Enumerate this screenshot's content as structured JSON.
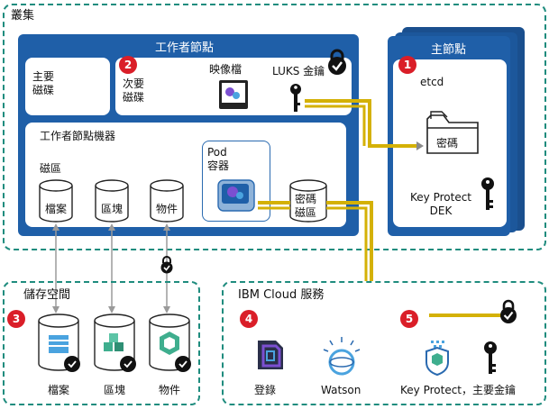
{
  "cluster": {
    "label": "叢集"
  },
  "worker_node": {
    "title": "工作者節點",
    "primary_disk": "主要\n磁碟",
    "secondary_disk": "次要\n磁碟",
    "image_file": "映像檔",
    "luks_key": "LUKS 金鑰",
    "machine": {
      "title": "工作者節點機器",
      "partition_label": "磁區",
      "cylinders": [
        "檔案",
        "區塊",
        "物件"
      ],
      "pod_label": "Pod\n容器",
      "encrypted_partition": "密碼\n磁區"
    }
  },
  "master_node": {
    "title": "主節點",
    "etcd": "etcd",
    "secrets": "密碼",
    "key_protect_dek": "Key Protect\nDEK"
  },
  "storage": {
    "title": "儲存空間",
    "items": [
      "檔案",
      "區塊",
      "物件"
    ]
  },
  "ibm_cloud": {
    "title": "IBM Cloud 服務",
    "logging": "登錄",
    "watson": "Watson",
    "key_protect": "Key Protect，主要金鑰"
  },
  "badges": [
    "1",
    "2",
    "3",
    "4",
    "5"
  ],
  "colors": {
    "teal": "#1f8c7e",
    "blue": "#1f5fa8",
    "red": "#da1e28",
    "gold": "#d4b106"
  }
}
